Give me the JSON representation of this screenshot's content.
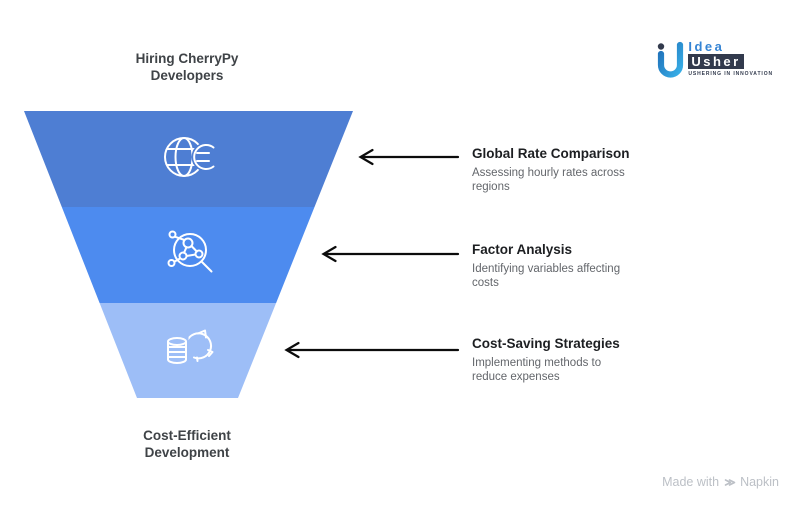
{
  "funnel": {
    "top_label": "Hiring CherryPy Developers",
    "bottom_label": "Cost-Efficient Development",
    "sections": [
      {
        "name": "global-rate-comparison",
        "color": "#4e7ed3",
        "icon": "globe-euro-icon"
      },
      {
        "name": "factor-analysis",
        "color": "#4d8bef",
        "icon": "analysis-magnifier-icon"
      },
      {
        "name": "cost-saving-strategies",
        "color": "#9dbef7",
        "icon": "piggy-bank-coins-icon"
      }
    ]
  },
  "annotations": [
    {
      "title": "Global Rate Comparison",
      "description": "Assessing hourly rates across regions"
    },
    {
      "title": "Factor Analysis",
      "description": "Identifying variables affecting costs"
    },
    {
      "title": "Cost-Saving Strategies",
      "description": "Implementing methods to reduce expenses"
    }
  ],
  "logo": {
    "brand_top": "Idea",
    "brand_bottom": "Usher",
    "tagline": "USHERING IN INNOVATION"
  },
  "footer": {
    "made_with": "Made with",
    "brand": "Napkin"
  },
  "colors": {
    "funnel_top": "#4e7ed3",
    "funnel_middle": "#4d8bef",
    "funnel_bottom": "#9dbef7",
    "arrow": "#0c0c0c",
    "annotation_title": "#1d1f22",
    "annotation_desc": "#63666b",
    "stage_label": "#3f4347",
    "logo_blue": "#3584d4",
    "logo_navy": "#323a4d",
    "footer_text": "#bcc0c6"
  }
}
